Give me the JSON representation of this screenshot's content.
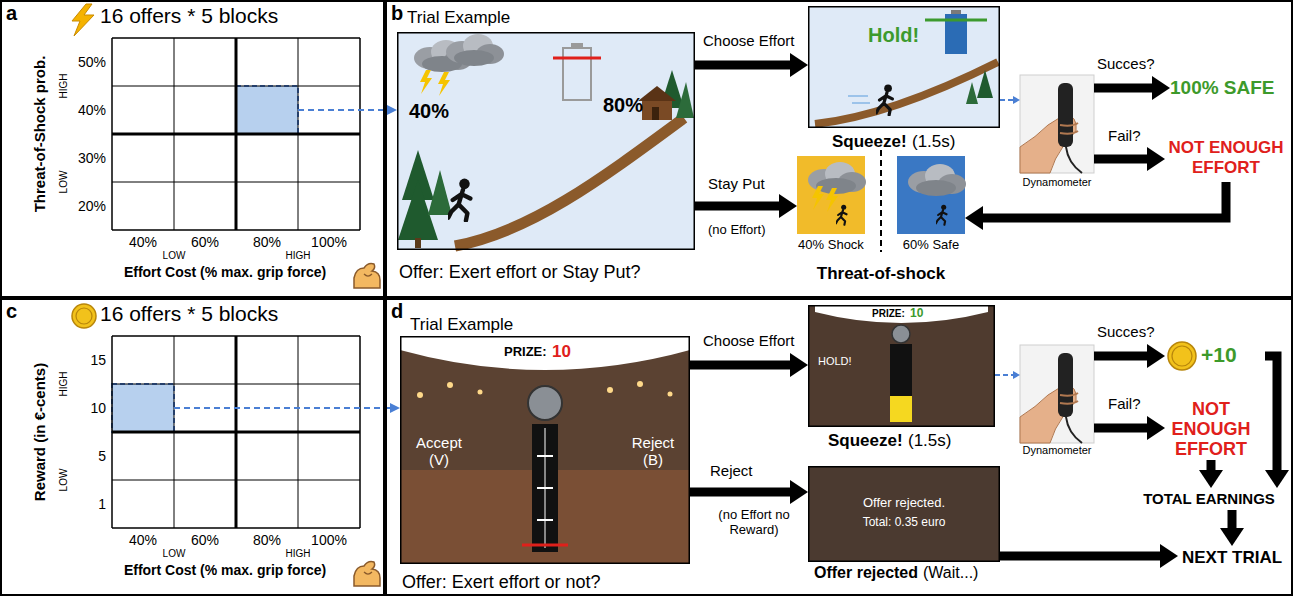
{
  "diagram": {
    "nodes": [
      {
        "text": [
          "a",
          "16 offers * 5 blocks"
        ]
      },
      {
        "text": [
          "b"
        ]
      },
      {
        "text": [
          "Trial Example",
          "40%",
          "80%",
          "Offer: Exert effort or Stay Put?"
        ],
        "in": 1
      },
      {
        "text": [
          "Hold!",
          "Squeeze!",
          "(1.5s)"
        ],
        "in": 1
      },
      {
        "text": [
          "Dynamometer"
        ],
        "in": 1
      },
      {
        "text": [
          "100% SAFE"
        ],
        "in": 1
      },
      {
        "text": [
          "NOT ENOUGH EFFORT"
        ],
        "in": 1
      },
      {
        "text": [
          "40% Shock"
        ],
        "in": 1
      },
      {
        "text": [
          "60% Safe"
        ],
        "in": 1
      },
      {
        "text": [
          "c",
          "16 offers * 5 blocks"
        ]
      },
      {
        "text": [
          "d"
        ]
      },
      {
        "text": [
          "Trial Example",
          "PRIZE:",
          "10",
          "Accept (V)",
          "Reject (B)",
          "Offer: Exert effort or not?"
        ],
        "in": 10
      },
      {
        "text": [
          "PRIZE:",
          "10",
          "HOLD!",
          "Squeeze!",
          "(1.5s)"
        ],
        "in": 10
      },
      {
        "text": [
          "Dynamometer"
        ],
        "in": 10
      },
      {
        "text": [
          "+10"
        ],
        "in": 10
      },
      {
        "text": [
          "NOT ENOUGH EFFORT"
        ],
        "in": 10
      },
      {
        "text": [
          "TOTAL EARNINGS"
        ],
        "in": 10
      },
      {
        "text": [
          "NEXT TRIAL"
        ],
        "in": 10
      },
      {
        "text": [
          "Offer rejected.",
          "Total: 0.35 euro",
          "Offer rejected",
          "(Wait...)"
        ],
        "in": 10
      }
    ],
    "edges": [
      {
        "from": 2,
        "to": 3,
        "arrow": "to",
        "label": "Choose Effort"
      },
      {
        "from": 4,
        "to": 5,
        "arrow": "to",
        "label": "Succes?"
      },
      {
        "from": 4,
        "to": 6,
        "arrow": "to",
        "label": "Fail?"
      },
      {
        "from": 6,
        "to": 8,
        "arrow": "to"
      },
      {
        "from": 2,
        "to": 7,
        "arrow": "to",
        "label": "Stay Put"
      },
      {
        "from": 11,
        "to": 12,
        "arrow": "to",
        "label": "Choose Effort"
      },
      {
        "from": 13,
        "to": 14,
        "arrow": "to",
        "label": "Succes?"
      },
      {
        "from": 13,
        "to": 15,
        "arrow": "to",
        "label": "Fail?"
      },
      {
        "from": 14,
        "to": 16,
        "arrow": "to"
      },
      {
        "from": 15,
        "to": 16,
        "arrow": "to"
      },
      {
        "from": 16,
        "to": 17,
        "arrow": "to"
      },
      {
        "from": 11,
        "to": 18,
        "arrow": "to",
        "label": "Reject"
      },
      {
        "from": 18,
        "to": 17,
        "arrow": "to"
      },
      {
        "from": 3,
        "to": 4,
        "arrow": "to"
      },
      {
        "from": 12,
        "to": 13,
        "arrow": "to"
      }
    ],
    "labels": [
      "Threat-of-Shock prob.",
      "HIGH",
      "LOW",
      "50%",
      "40%",
      "30%",
      "20%",
      "40%",
      "60%",
      "80%",
      "100%",
      "LOW",
      "HIGH",
      "Effort Cost (% max. grip force)",
      "(no Effort)",
      "Threat-of-shock",
      "Reward (in €-cents)",
      "HIGH",
      "LOW",
      "15",
      "10",
      "5",
      "1",
      "40%",
      "60%",
      "80%",
      "100%",
      "LOW",
      "HIGH",
      "Effort Cost (% max. grip force)",
      "(no Effort no Reward)"
    ]
  }
}
